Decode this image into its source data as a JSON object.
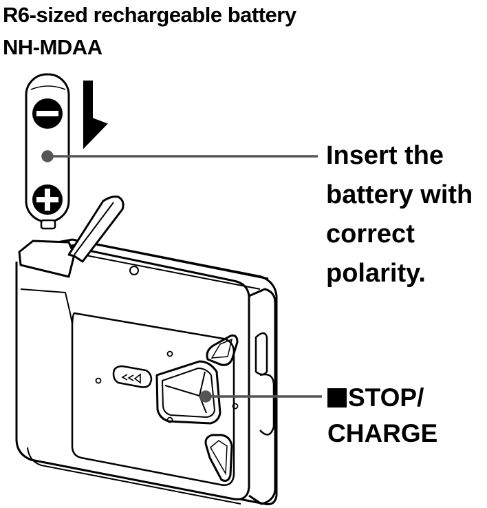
{
  "title": {
    "line1": "R6-sized rechargeable battery",
    "line2": "NH-MDAA"
  },
  "callouts": {
    "insert_line1": "Insert the",
    "insert_line2": "battery with",
    "insert_line3": "correct",
    "insert_line4": "polarity.",
    "stop_label": "STOP/",
    "charge_label": "CHARGE"
  },
  "icons": {
    "stop_symbol": "stop-square-icon",
    "battery": "battery-icon",
    "arrow": "down-arrow-icon"
  },
  "colors": {
    "ink": "#000000",
    "leader": "#555555"
  }
}
